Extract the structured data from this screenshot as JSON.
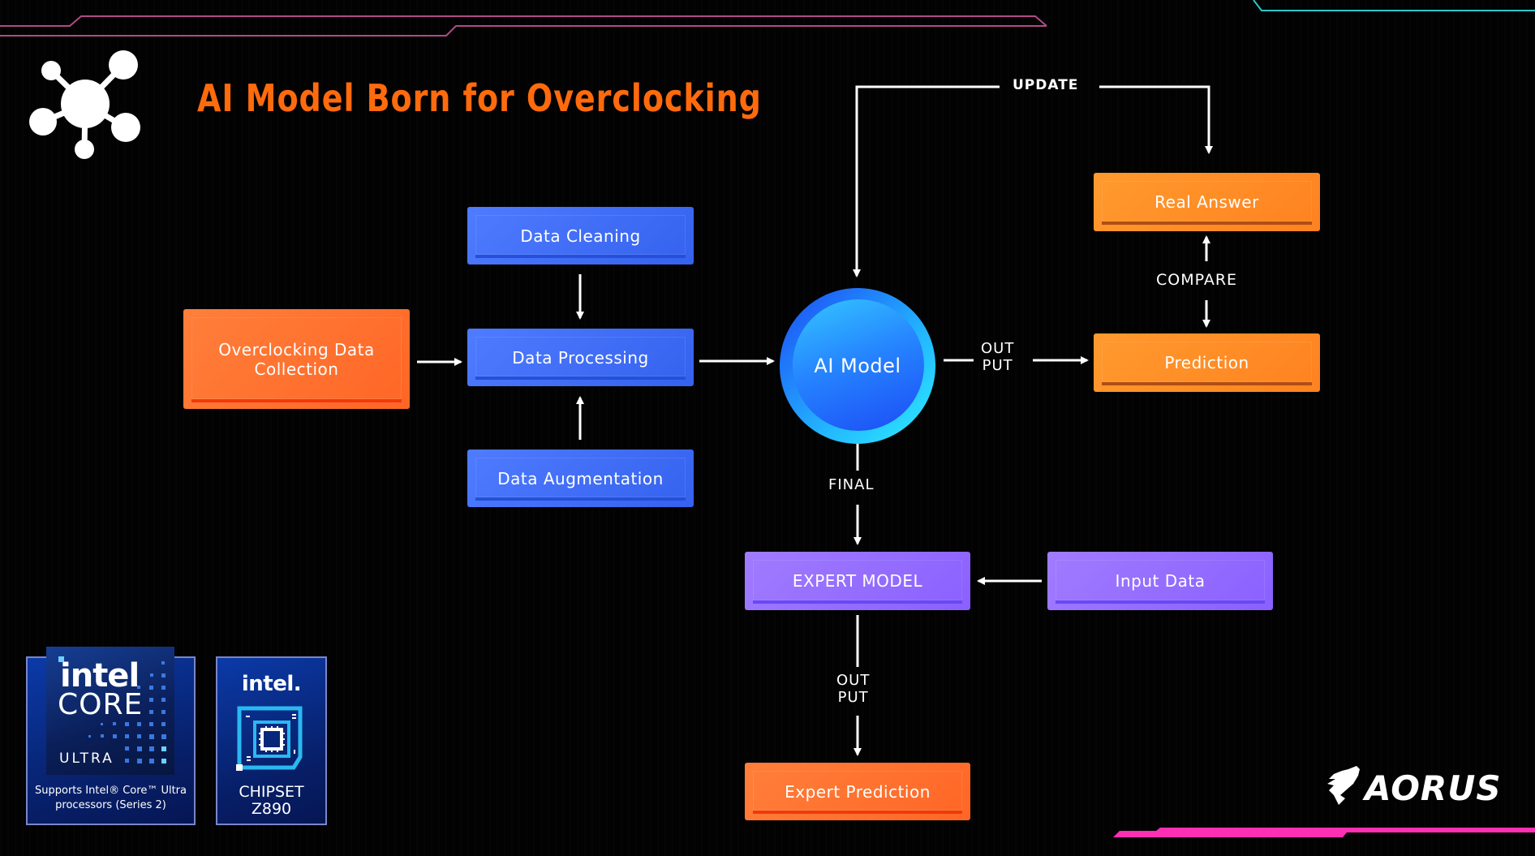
{
  "title": "AI Model Born for Overclocking",
  "header_icon": "network-nodes-icon",
  "nodes": {
    "overclocking_data": "Overclocking Data Collection",
    "data_cleaning": "Data Cleaning",
    "data_processing": "Data Processing",
    "data_augmentation": "Data Augmentation",
    "ai_model": "AI Model",
    "real_answer": "Real Answer",
    "prediction": "Prediction",
    "expert_model": "EXPERT MODEL",
    "input_data": "Input Data",
    "expert_prediction": "Expert Prediction"
  },
  "edge_labels": {
    "update": "UPDATE",
    "compare": "COMPARE",
    "output_line1": "OUT",
    "output_line2": "PUT",
    "final": "FINAL",
    "expert_output_line1": "OUT",
    "expert_output_line2": "PUT"
  },
  "edges": [
    {
      "from": "Overclocking Data Collection",
      "to": "Data Processing"
    },
    {
      "from": "Data Cleaning",
      "to": "Data Processing"
    },
    {
      "from": "Data Augmentation",
      "to": "Data Processing"
    },
    {
      "from": "Data Processing",
      "to": "AI Model"
    },
    {
      "from": "AI Model",
      "to": "Prediction",
      "label": "OUTPUT"
    },
    {
      "from": "Prediction",
      "to": "Real Answer",
      "label": "COMPARE"
    },
    {
      "from": "Real Answer",
      "to": "Prediction",
      "label": "COMPARE"
    },
    {
      "from": "Real Answer",
      "to": "AI Model",
      "label": "UPDATE"
    },
    {
      "from": "AI Model",
      "to": "EXPERT MODEL",
      "label": "FINAL"
    },
    {
      "from": "Input Data",
      "to": "EXPERT MODEL"
    },
    {
      "from": "EXPERT MODEL",
      "to": "Expert Prediction",
      "label": "OUTPUT"
    }
  ],
  "badges": {
    "intel_core": {
      "brand": "intel",
      "product": "CORE",
      "tier": "ULTRA",
      "support_line1": "Supports Intel® Core™ Ultra",
      "support_line2": "processors (Series 2)"
    },
    "chipset": {
      "brand": "intel.",
      "label": "CHIPSET",
      "model": "Z890"
    }
  },
  "brand_logo": "AORUS",
  "colors": {
    "title": "#ff6a0d",
    "blue_node": "#3d6af5",
    "orange_node": "#ff6f2e",
    "amber_node": "#ff8c25",
    "purple_node": "#9570ff",
    "accent_pink": "#ff2fb3",
    "accent_teal": "#2fc7c7"
  }
}
